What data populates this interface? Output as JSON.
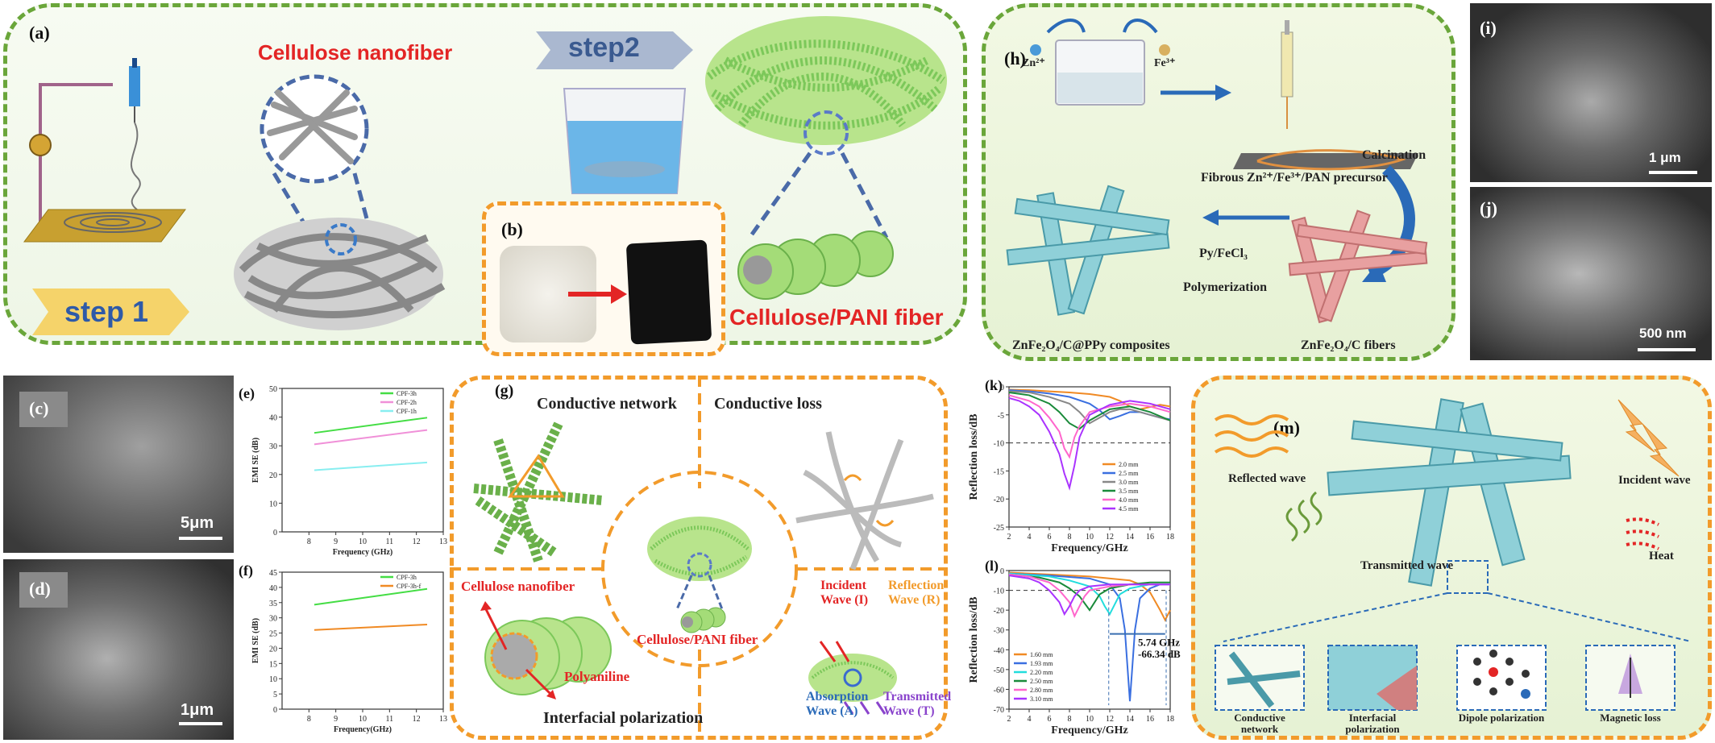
{
  "panel_a": {
    "tag": "(a)",
    "title": "Cellulose nanofiber",
    "step1": "step 1",
    "step2": "step2",
    "fiber_label": "Cellulose/PANI fiber"
  },
  "panel_b": {
    "tag": "(b)"
  },
  "panel_h": {
    "tag": "(h)",
    "zn": "Zn²⁺",
    "fe": "Fe³⁺",
    "precursor": "Fibrous Zn²⁺/Fe³⁺/PAN precursor",
    "calcination": "Calcination",
    "py": "Py/FeCl₃",
    "polymerization": "Polymerization",
    "composites": "ZnFe₂O₄/C@PPy composites",
    "fibers": "ZnFe₂O₄/C fibers"
  },
  "panel_i": {
    "tag": "(i)",
    "scale": "1 μm"
  },
  "panel_j": {
    "tag": "(j)",
    "scale": "500 nm"
  },
  "panel_c": {
    "tag": "(c)",
    "scale": "5μm"
  },
  "panel_d": {
    "tag": "(d)",
    "scale": "1μm"
  },
  "panel_e": {
    "tag": "(e)",
    "chart_data": {
      "type": "line",
      "xlabel": "Frequency (GHz)",
      "ylabel": "EMI SE (dB)",
      "xlim": [
        7,
        13
      ],
      "ylim": [
        0,
        50
      ],
      "x_ticks": [
        8,
        9,
        10,
        11,
        12,
        13
      ],
      "y_ticks": [
        0,
        10,
        20,
        30,
        40,
        50
      ],
      "series": [
        {
          "name": "CPF-3h",
          "color": "#44dd44",
          "x": [
            8.2,
            12.4
          ],
          "y": [
            34.5,
            39.8
          ]
        },
        {
          "name": "CPF-2h",
          "color": "#f090d8",
          "x": [
            8.2,
            12.4
          ],
          "y": [
            30.5,
            35.5
          ]
        },
        {
          "name": "CPF-1h",
          "color": "#88eef0",
          "x": [
            8.2,
            12.4
          ],
          "y": [
            21.5,
            24.2
          ]
        }
      ]
    }
  },
  "panel_f": {
    "tag": "(f)",
    "chart_data": {
      "type": "line",
      "xlabel": "Frequency(GHz)",
      "ylabel": "EMI SE (dB)",
      "xlim": [
        7,
        13
      ],
      "ylim": [
        0,
        45
      ],
      "x_ticks": [
        8,
        9,
        10,
        11,
        12,
        13
      ],
      "y_ticks": [
        0,
        5,
        10,
        15,
        20,
        25,
        30,
        35,
        40,
        45
      ],
      "series": [
        {
          "name": "CPF-3h",
          "color": "#44dd44",
          "x": [
            8.2,
            12.4
          ],
          "y": [
            34.3,
            39.5
          ]
        },
        {
          "name": "CPF-3h-f",
          "color": "#f08a24",
          "x": [
            8.2,
            12.4
          ],
          "y": [
            26.0,
            27.8
          ]
        }
      ]
    }
  },
  "panel_g": {
    "tag": "(g)",
    "conductive_network": "Conductive network",
    "conductive_loss": "Conductive loss",
    "cellulose_nanofiber": "Cellulose nanofiber",
    "polyaniline": "Polyaniline",
    "fiber": "Cellulose/PANI fiber",
    "interfacial": "Interfacial polarization",
    "incident": "Incident Wave (I)",
    "reflection": "Reflection Wave (R)",
    "absorption": "Absorption Wave (A)",
    "transmitted": "Transmitted Wave (T)"
  },
  "panel_k": {
    "tag": "(k)",
    "chart_data": {
      "type": "line",
      "xlabel": "Frequency/GHz",
      "ylabel": "Reflection loss/dB",
      "xlim": [
        2,
        18
      ],
      "ylim": [
        -25,
        0
      ],
      "x_ticks": [
        2,
        4,
        6,
        8,
        10,
        12,
        14,
        16,
        18
      ],
      "y_ticks": [
        0,
        -5,
        -10,
        -15,
        -20,
        -25
      ],
      "reference_line": -10,
      "series": [
        {
          "name": "2.0 mm",
          "color": "#f08a24",
          "x": [
            2,
            4,
            6,
            8,
            10,
            12,
            13,
            14,
            15,
            16,
            17,
            18
          ],
          "y": [
            -0.5,
            -0.6,
            -0.8,
            -1,
            -1.3,
            -1.8,
            -2.5,
            -3.5,
            -4.0,
            -3.6,
            -3.2,
            -3.5
          ]
        },
        {
          "name": "2.5 mm",
          "color": "#3a6fe0",
          "x": [
            2,
            4,
            6,
            8,
            10,
            11,
            12,
            13,
            14,
            15,
            16,
            17,
            18
          ],
          "y": [
            -0.6,
            -0.8,
            -1.2,
            -1.8,
            -3,
            -4.2,
            -5.8,
            -5.2,
            -4.5,
            -4.5,
            -5.0,
            -5.5,
            -5.8
          ]
        },
        {
          "name": "3.0 mm",
          "color": "#888888",
          "x": [
            2,
            4,
            6,
            8,
            9,
            10,
            11,
            12,
            13,
            14,
            16,
            18
          ],
          "y": [
            -0.8,
            -1,
            -1.8,
            -3,
            -4.5,
            -6.5,
            -5.5,
            -4.5,
            -4,
            -4,
            -5,
            -6
          ]
        },
        {
          "name": "3.5 mm",
          "color": "#1a8a3a",
          "x": [
            2,
            4,
            6,
            7,
            8,
            9,
            10,
            11,
            12,
            14,
            16,
            18
          ],
          "y": [
            -1,
            -1.5,
            -3,
            -4.5,
            -6.5,
            -7.5,
            -6,
            -5,
            -4,
            -3.5,
            -4.5,
            -6
          ]
        },
        {
          "name": "4.0 mm",
          "color": "#ff66cc",
          "x": [
            2,
            4,
            5,
            6,
            7,
            7.5,
            8,
            8.5,
            9,
            10,
            12,
            14,
            16,
            18
          ],
          "y": [
            -1.5,
            -2.5,
            -3.5,
            -5.5,
            -8,
            -11,
            -12.5,
            -9,
            -7,
            -4.5,
            -3.5,
            -3,
            -3.5,
            -4.5
          ]
        },
        {
          "name": "4.5 mm",
          "color": "#aa33ff",
          "x": [
            2,
            3,
            4,
            5,
            6,
            7,
            7.5,
            8,
            8.5,
            9,
            10,
            12,
            14,
            16,
            18
          ],
          "y": [
            -2,
            -2.5,
            -3.5,
            -5,
            -8,
            -12,
            -15.5,
            -18,
            -14,
            -9,
            -5,
            -3.2,
            -2.5,
            -3,
            -4
          ]
        }
      ]
    }
  },
  "panel_l": {
    "tag": "(l)",
    "annotation_freq": "5.74 GHz",
    "annotation_rl": "-66.34 dB",
    "chart_data": {
      "type": "line",
      "xlabel": "Frequency/GHz",
      "ylabel": "Reflection loss/dB",
      "xlim": [
        2,
        18
      ],
      "ylim": [
        -70,
        0
      ],
      "x_ticks": [
        2,
        4,
        6,
        8,
        10,
        12,
        14,
        16,
        18
      ],
      "y_ticks": [
        0,
        -10,
        -20,
        -30,
        -40,
        -50,
        -60,
        -70
      ],
      "reference_line": -10,
      "series": [
        {
          "name": "1.60 mm",
          "color": "#f08a24",
          "x": [
            2,
            6,
            10,
            14,
            15,
            16,
            17,
            17.5,
            18
          ],
          "y": [
            -1,
            -2,
            -3,
            -5,
            -7,
            -11,
            -20,
            -25,
            -20
          ]
        },
        {
          "name": "1.93 mm",
          "color": "#3a6fe0",
          "x": [
            2,
            6,
            10,
            12,
            13,
            13.5,
            14,
            14.5,
            15,
            16,
            17,
            18
          ],
          "y": [
            -1.5,
            -2.5,
            -4,
            -7,
            -14,
            -30,
            -66,
            -30,
            -14,
            -9,
            -7,
            -7
          ]
        },
        {
          "name": "2.20 mm",
          "color": "#22dddd",
          "x": [
            2,
            6,
            8,
            10,
            11,
            11.5,
            12,
            12.5,
            13,
            14,
            16,
            18
          ],
          "y": [
            -1.5,
            -3,
            -5,
            -8,
            -13,
            -18,
            -22,
            -17,
            -12,
            -9,
            -7,
            -7
          ]
        },
        {
          "name": "2.50 mm",
          "color": "#1a8a3a",
          "x": [
            2,
            5,
            7,
            8,
            9,
            10,
            10.5,
            11,
            12,
            14,
            16,
            18
          ],
          "y": [
            -2,
            -3.5,
            -6,
            -9,
            -13,
            -20,
            -16,
            -12,
            -9,
            -7,
            -6,
            -6
          ]
        },
        {
          "name": "2.80 mm",
          "color": "#ff66cc",
          "x": [
            2,
            4,
            6,
            7,
            8,
            8.5,
            9,
            9.5,
            10,
            12,
            14,
            16,
            18
          ],
          "y": [
            -2,
            -3,
            -6,
            -10,
            -16,
            -23,
            -18,
            -13,
            -10,
            -8,
            -7,
            -7,
            -7
          ]
        },
        {
          "name": "3.10 mm",
          "color": "#aa33ff",
          "x": [
            2,
            4,
            5,
            6,
            7,
            7.5,
            8,
            8.5,
            9,
            10,
            12,
            14,
            16,
            18
          ],
          "y": [
            -2.5,
            -4,
            -6,
            -10,
            -16,
            -22,
            -18,
            -13,
            -10,
            -8,
            -7,
            -7,
            -7,
            -7
          ]
        }
      ]
    }
  },
  "panel_m": {
    "tag": "(m)",
    "reflected": "Reflected wave",
    "incident": "Incident wave",
    "transmitted": "Transmitted wave",
    "heat": "Heat",
    "conductive_network": "Conductive network",
    "interfacial": "Interfacial polarization",
    "dipole": "Dipole polarization",
    "magnetic": "Magnetic loss"
  }
}
